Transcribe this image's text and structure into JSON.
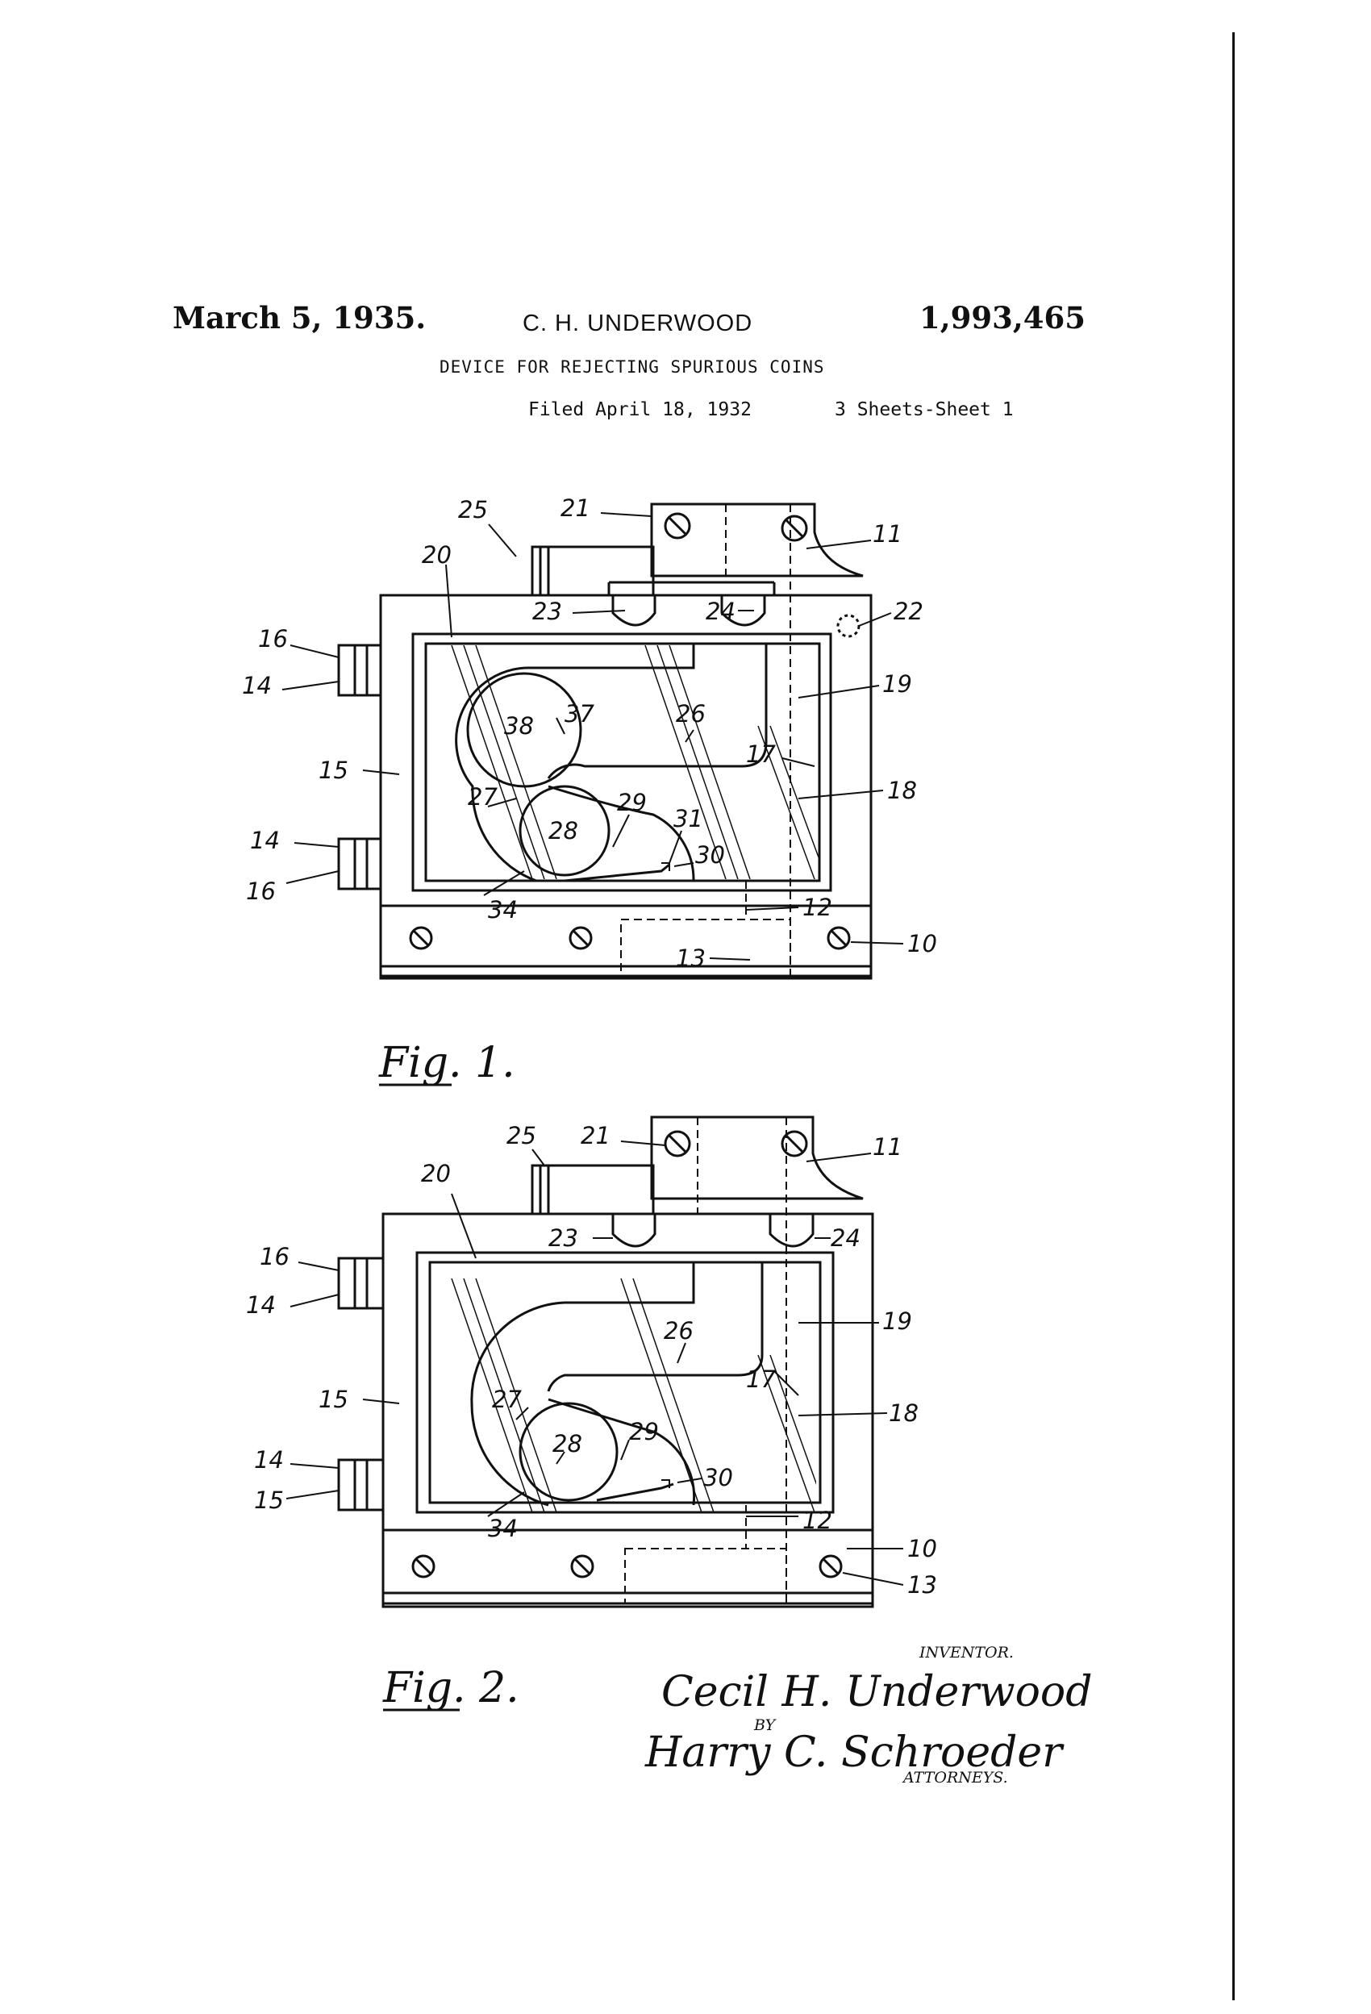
{
  "header": {
    "date": "March 5, 1935.",
    "inventor": "C. H. UNDERWOOD",
    "patent_number": "1,993,465",
    "title": "DEVICE FOR REJECTING SPURIOUS COINS",
    "filed": "Filed April 18, 1932",
    "sheets": "3 Sheets-Sheet 1"
  },
  "figures": [
    {
      "label": "Fig. 1.",
      "refs": {
        "r25": "25",
        "r21": "21",
        "r11": "11",
        "r20": "20",
        "r23": "23",
        "r24": "24",
        "r22": "22",
        "r16a": "16",
        "r14a": "14",
        "r19": "19",
        "r38": "38",
        "r37": "37",
        "r26": "26",
        "r17": "17",
        "r15": "15",
        "r27": "27",
        "r29": "29",
        "r31": "31",
        "r18": "18",
        "r14b": "14",
        "r28": "28",
        "r30": "30",
        "r16b": "16",
        "r34": "34",
        "r12": "12",
        "r13": "13",
        "r10": "10"
      }
    },
    {
      "label": "Fig. 2.",
      "refs": {
        "r25": "25",
        "r21": "21",
        "r11": "11",
        "r20": "20",
        "r23": "23",
        "r24": "24",
        "r16": "16",
        "r14a": "14",
        "r19": "19",
        "r26": "26",
        "r17": "17",
        "r15a": "15",
        "r18": "18",
        "r27": "27",
        "r28": "28",
        "r29": "29",
        "r14b": "14",
        "r30": "30",
        "r15b": "15",
        "r34": "34",
        "r12": "12",
        "r10": "10",
        "r13": "13"
      }
    }
  ],
  "signature_block": {
    "inventor_label": "INVENTOR.",
    "inventor_signature": "Cecil H. Underwood",
    "by_label": "BY",
    "attorney_signature": "Harry C. Schroeder",
    "attorneys_label": "ATTORNEYS."
  }
}
